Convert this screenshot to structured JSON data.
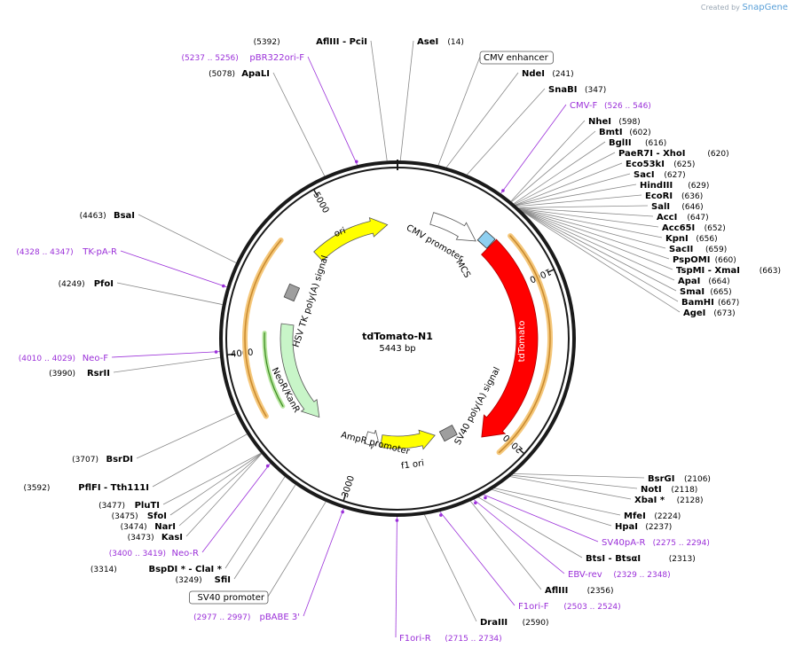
{
  "brand": {
    "prefix": "Created by",
    "name": "SnapGene"
  },
  "plasmid": {
    "name": "tdTomato-N1",
    "size_label": "5443 bp",
    "length": 5443
  },
  "colors": {
    "enzyme_line": "#888888",
    "primer": "#9b30d9",
    "backbone": "#1a1a1a",
    "ori": "#ffff00",
    "tdtomato": "#ff0000",
    "neo": "#c8f5c8",
    "mcs": "#8ecff0",
    "orf_fill": "#f5c77a",
    "orf_line": "#c98a2e",
    "promoter": "#ffffff"
  },
  "ticks": [
    {
      "label": "1000",
      "bp": 1000
    },
    {
      "label": "2000",
      "bp": 2000
    },
    {
      "label": "3000",
      "bp": 3000
    },
    {
      "label": "4000",
      "bp": 4000
    },
    {
      "label": "5000",
      "bp": 5000
    }
  ],
  "features": [
    {
      "name": "CMV promoter",
      "type": "promoter",
      "start": 241,
      "end": 590
    },
    {
      "name": "MCS",
      "type": "mcs",
      "start": 591,
      "end": 676
    },
    {
      "name": "tdTomato",
      "type": "cds",
      "start": 679,
      "end": 2109
    },
    {
      "name": "SV40 poly(A) signal",
      "type": "polya",
      "start": 2234,
      "end": 2355
    },
    {
      "name": "f1 ori",
      "type": "ori",
      "start": 2402,
      "end": 2857
    },
    {
      "name": "AmpR promoter",
      "type": "promoter",
      "start": 2884,
      "end": 2988
    },
    {
      "name": "NeoR/KanR",
      "type": "neo",
      "start": 3400,
      "end": 4194
    },
    {
      "name": "HSV TK poly(A) signal",
      "type": "polya",
      "start": 4430,
      "end": 4448
    },
    {
      "name": "ori",
      "type": "ori",
      "start": 4779,
      "end": 5367
    }
  ],
  "labels": {
    "right": [
      {
        "kind": "enzyme",
        "name": "AseI",
        "pos": "(14)",
        "bp": 14
      },
      {
        "kind": "feature",
        "name": "CMV enhancer",
        "bp": 200
      },
      {
        "kind": "enzyme",
        "name": "NdeI",
        "pos": "(241)",
        "bp": 241
      },
      {
        "kind": "enzyme",
        "name": "SnaBI",
        "pos": "(347)",
        "bp": 347
      },
      {
        "kind": "primer",
        "name": "CMV-F",
        "pos": "(526 .. 546)",
        "bp": 536
      },
      {
        "kind": "enzyme",
        "name": "NheI",
        "pos": "(598)",
        "bp": 598
      },
      {
        "kind": "enzyme",
        "name": "BmtI",
        "pos": "(602)",
        "bp": 602
      },
      {
        "kind": "enzyme",
        "name": "BglII",
        "pos": "(616)",
        "bp": 616
      },
      {
        "kind": "enzyme",
        "name": "PaeR7I  - XhoI",
        "pos": "(620)",
        "bp": 620
      },
      {
        "kind": "enzyme",
        "name": "Eco53kI",
        "pos": "(625)",
        "bp": 625
      },
      {
        "kind": "enzyme",
        "name": "SacI",
        "pos": "(627)",
        "bp": 627
      },
      {
        "kind": "enzyme",
        "name": "HindIII",
        "pos": "(629)",
        "bp": 629
      },
      {
        "kind": "enzyme",
        "name": "EcoRI",
        "pos": "(636)",
        "bp": 636
      },
      {
        "kind": "enzyme",
        "name": "SalI",
        "pos": "(646)",
        "bp": 646
      },
      {
        "kind": "enzyme",
        "name": "AccI",
        "pos": "(647)",
        "bp": 647
      },
      {
        "kind": "enzyme",
        "name": "Acc65I",
        "pos": "(652)",
        "bp": 652
      },
      {
        "kind": "enzyme",
        "name": "KpnI",
        "pos": "(656)",
        "bp": 656
      },
      {
        "kind": "enzyme",
        "name": "SacII",
        "pos": "(659)",
        "bp": 659
      },
      {
        "kind": "enzyme",
        "name": "PspOMI",
        "pos": "(660)",
        "bp": 660
      },
      {
        "kind": "enzyme",
        "name": "TspMI  - XmaI",
        "pos": "(663)",
        "bp": 663
      },
      {
        "kind": "enzyme",
        "name": "ApaI",
        "pos": "(664)",
        "bp": 664
      },
      {
        "kind": "enzyme",
        "name": "SmaI",
        "pos": "(665)",
        "bp": 665
      },
      {
        "kind": "enzyme",
        "name": "BamHI",
        "pos": "(667)",
        "bp": 667
      },
      {
        "kind": "enzyme",
        "name": "AgeI",
        "pos": "(673)",
        "bp": 673
      },
      {
        "kind": "enzyme",
        "name": "BsrGI",
        "pos": "(2106)",
        "bp": 2106
      },
      {
        "kind": "enzyme",
        "name": "NotI",
        "pos": "(2118)",
        "bp": 2118
      },
      {
        "kind": "enzyme",
        "name": "XbaI *",
        "pos": "(2128)",
        "bp": 2128
      },
      {
        "kind": "enzyme",
        "name": "MfeI",
        "pos": "(2224)",
        "bp": 2224
      },
      {
        "kind": "enzyme",
        "name": "HpaI",
        "pos": "(2237)",
        "bp": 2237
      },
      {
        "kind": "primer",
        "name": "SV40pA-R",
        "pos": "(2275 .. 2294)",
        "bp": 2285
      },
      {
        "kind": "enzyme",
        "name": "BtsI  - BtsαI",
        "pos": "(2313)",
        "bp": 2313
      },
      {
        "kind": "primer",
        "name": "EBV-rev",
        "pos": "(2329 .. 2348)",
        "bp": 2338
      },
      {
        "kind": "enzyme",
        "name": "AflIII",
        "pos": "(2356)",
        "bp": 2356
      },
      {
        "kind": "primer",
        "name": "F1ori-F",
        "pos": "(2503 .. 2524)",
        "bp": 2513
      },
      {
        "kind": "enzyme",
        "name": "DraIII",
        "pos": "(2590)",
        "bp": 2590
      },
      {
        "kind": "primer",
        "name": "F1ori-R",
        "pos": "(2715 .. 2734)",
        "bp": 2724
      }
    ],
    "left": [
      {
        "kind": "enzyme",
        "name": "AflIII  - PciI",
        "pos": "(5392)",
        "bp": 5392
      },
      {
        "kind": "primer",
        "name": "pBR322ori-F",
        "pos": "(5237 .. 5256)",
        "bp": 5246
      },
      {
        "kind": "enzyme",
        "name": "ApaLI",
        "pos": "(5078)",
        "bp": 5078
      },
      {
        "kind": "enzyme",
        "name": "BsaI",
        "pos": "(4463)",
        "bp": 4463
      },
      {
        "kind": "primer",
        "name": "TK-pA-R",
        "pos": "(4328 .. 4347)",
        "bp": 4337
      },
      {
        "kind": "enzyme",
        "name": "PfoI",
        "pos": "(4249)",
        "bp": 4249
      },
      {
        "kind": "primer",
        "name": "Neo-F",
        "pos": "(4010 .. 4029)",
        "bp": 4019
      },
      {
        "kind": "enzyme",
        "name": "RsrII",
        "pos": "(3990)",
        "bp": 3990
      },
      {
        "kind": "enzyme",
        "name": "BsrDI",
        "pos": "(3707)",
        "bp": 3707
      },
      {
        "kind": "enzyme",
        "name": "PflFI  - Tth111I",
        "pos": "(3592)",
        "bp": 3592
      },
      {
        "kind": "enzyme",
        "name": "PluTI",
        "pos": "(3477)",
        "bp": 3477
      },
      {
        "kind": "enzyme",
        "name": "SfoI",
        "pos": "(3475)",
        "bp": 3475
      },
      {
        "kind": "enzyme",
        "name": "NarI",
        "pos": "(3474)",
        "bp": 3474
      },
      {
        "kind": "enzyme",
        "name": "KasI",
        "pos": "(3473)",
        "bp": 3473
      },
      {
        "kind": "primer",
        "name": "Neo-R",
        "pos": "(3400 .. 3419)",
        "bp": 3410
      },
      {
        "kind": "enzyme",
        "name": "BspDI *  - ClaI *",
        "pos": "(3314)",
        "bp": 3314
      },
      {
        "kind": "enzyme",
        "name": "SfiI",
        "pos": "(3249)",
        "bp": 3249
      },
      {
        "kind": "feature",
        "name": "SV40 promoter",
        "bp": 3080
      },
      {
        "kind": "primer",
        "name": "pBABE 3'",
        "pos": "(2977 .. 2997)",
        "bp": 2987
      }
    ]
  }
}
